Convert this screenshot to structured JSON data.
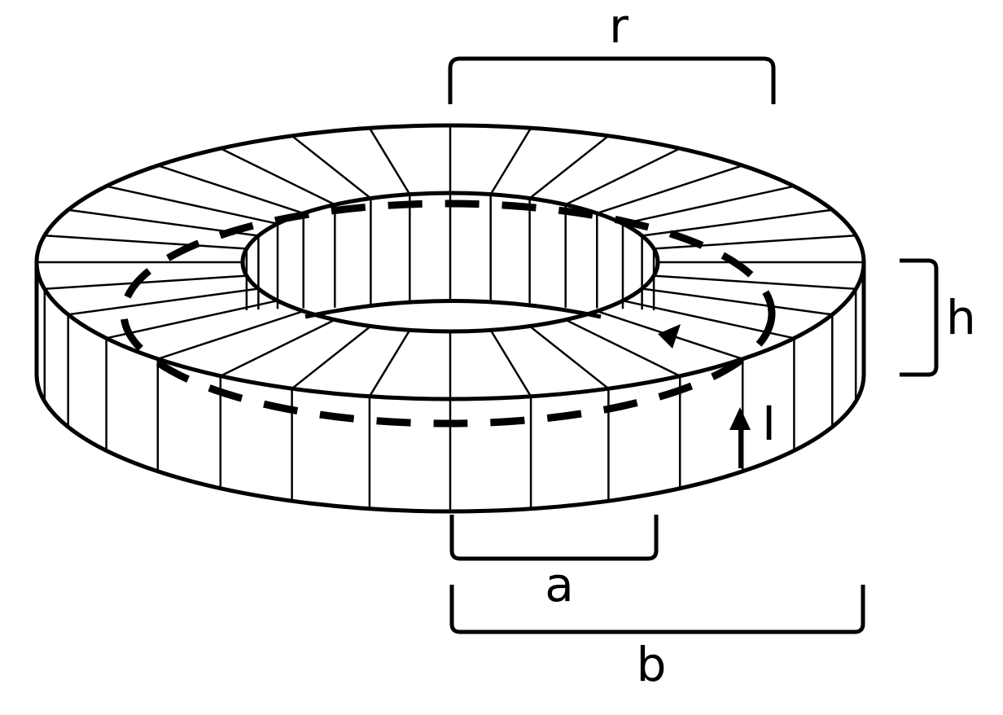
{
  "diagram": {
    "labels": {
      "r": "r",
      "h": "h",
      "I": "I",
      "a": "a",
      "b": "b"
    },
    "winding_count": 32,
    "colors": {
      "stroke": "#000000",
      "background": "#ffffff"
    }
  }
}
